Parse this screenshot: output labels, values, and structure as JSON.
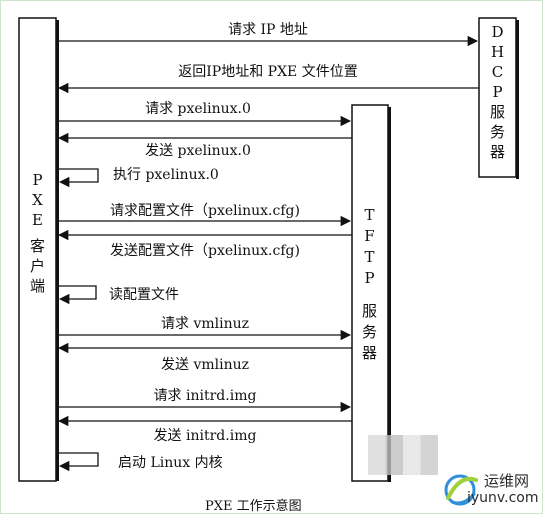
{
  "nodes": {
    "pxe": [
      "P",
      "X",
      "E",
      "客",
      "户",
      "端"
    ],
    "dhcp": [
      "D",
      "H",
      "C",
      "P",
      "服",
      "务",
      "器"
    ],
    "tftp": [
      "T",
      "F",
      "T",
      "P",
      "服",
      "务",
      "器"
    ]
  },
  "messages": [
    "请求 IP 地址",
    "返回IP地址和 PXE 文件位置",
    "请求 pxelinux.0",
    "发送 pxelinux.0",
    "执行 pxelinux.0",
    "请求配置文件（pxelinux.cfg)",
    "发送配置文件（pxelinux.cfg)",
    "读配置文件",
    "请求 vmlinuz",
    "发送 vmlinuz",
    "请求 initrd.img",
    "发送  initrd.img",
    "启动 Linux 内核"
  ],
  "caption": "PXE 工作示意图",
  "watermark": {
    "line1": "运维网",
    "line2": "iyunv.com"
  }
}
